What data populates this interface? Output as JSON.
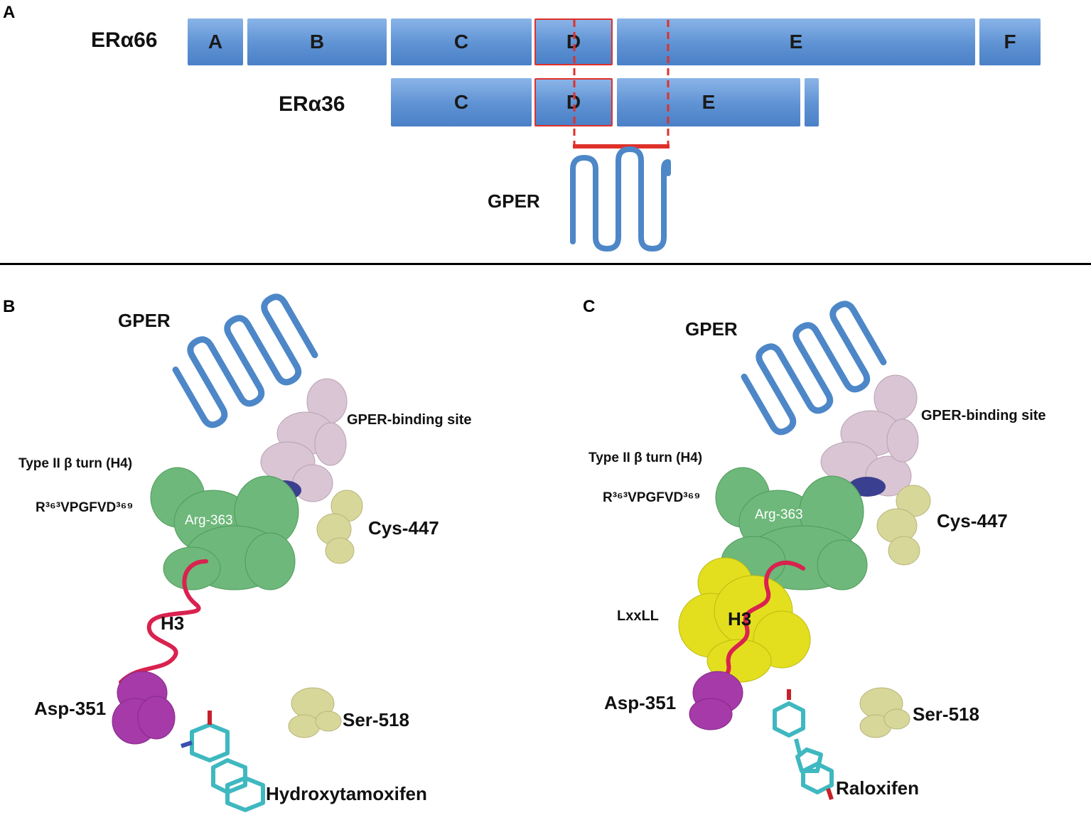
{
  "panels": {
    "a": "A",
    "b": "B",
    "c": "C"
  },
  "panel_a": {
    "era66_label": "ERα66",
    "era36_label": "ERα36",
    "gper_label": "GPER",
    "era66_domains": [
      "A",
      "B",
      "C",
      "D",
      "E",
      "F"
    ],
    "era36_domains": [
      "C",
      "D",
      "E",
      ""
    ],
    "colors": {
      "domain_fill": "#5e92d3",
      "highlight_border": "#e0302a",
      "gper_coil": "#4d87c8"
    }
  },
  "panel_b": {
    "gper_label": "GPER",
    "gper_binding_site": "GPER-binding site",
    "type2_turn": "Type II β turn (H4)",
    "motif_label": "R³⁶³VPGFVD³⁶⁹",
    "arg_label": "Arg-363",
    "cys_label": "Cys-447",
    "h3_label": "H3",
    "asp_label": "Asp-351",
    "ser_label": "Ser-518",
    "ligand_label": "Hydroxytamoxifen"
  },
  "panel_c": {
    "gper_label": "GPER",
    "gper_binding_site": "GPER-binding site",
    "type2_turn": "Type II β turn (H4)",
    "motif_label": "R³⁶³VPGFVD³⁶⁹",
    "arg_label": "Arg-363",
    "cys_label": "Cys-447",
    "lxxll_label": "LxxLL",
    "h3_label": "H3",
    "asp_label": "Asp-351",
    "ser_label": "Ser-518",
    "ligand_label": "Raloxifen"
  },
  "colors": {
    "green_surface": "#6db87a",
    "pink_surface": "#d9c5d3",
    "khaki_surface": "#d8d79a",
    "magenta_surface": "#a53aa8",
    "yellow_surface": "#e3df1e",
    "helix": "#d9224f",
    "ligand": "#3fb8c0"
  }
}
